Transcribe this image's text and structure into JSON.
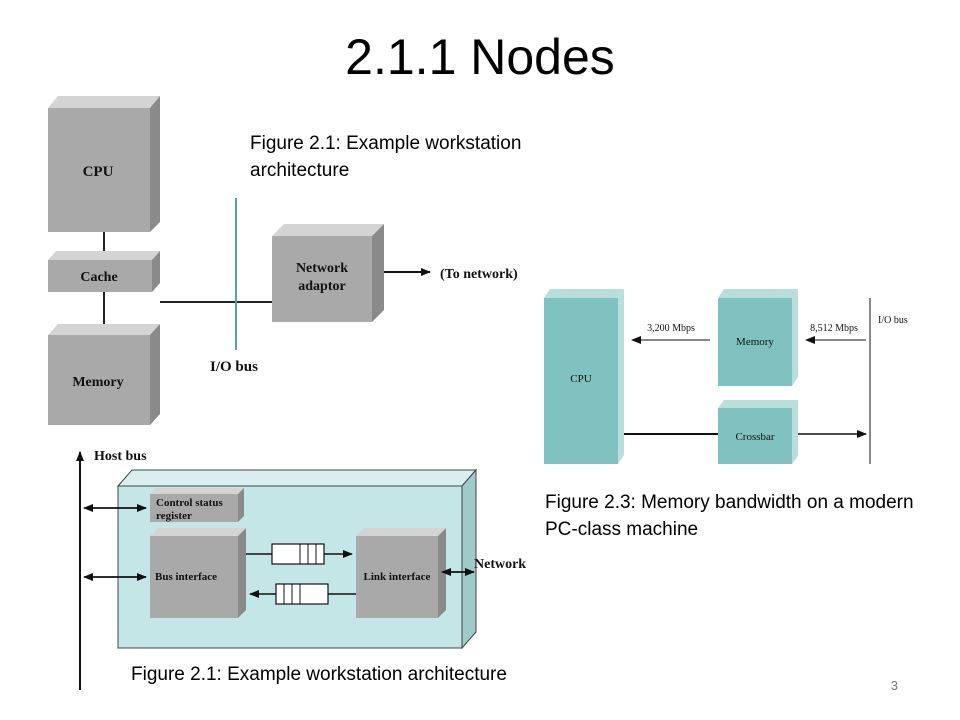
{
  "slide": {
    "title": "2.1.1 Nodes",
    "page_number": "3"
  },
  "figure_a": {
    "caption": "Figure 2.1: Example workstation architecture",
    "labels": {
      "cpu": "CPU",
      "cache": "Cache",
      "memory": "Memory",
      "network_adaptor_1": "Network",
      "network_adaptor_2": "adaptor",
      "to_network": "(To network)",
      "io_bus": "I/O bus"
    }
  },
  "figure_b": {
    "caption": "Figure 2.3: Memory bandwidth on a modern PC-class machine",
    "labels": {
      "cpu": "CPU",
      "memory": "Memory",
      "crossbar": "Crossbar",
      "bw_cpu_memory": "3,200 Mbps",
      "bw_memory_io": "8,512 Mbps",
      "io_bus": "I/O bus"
    }
  },
  "figure_c": {
    "caption": "Figure 2.1: Example workstation architecture",
    "labels": {
      "host_bus": "Host bus",
      "control_status_1": "Control status",
      "control_status_2": "register",
      "bus_interface": "Bus interface",
      "link_interface": "Link interface",
      "network": "Network"
    }
  },
  "colors": {
    "gray_front": "#a9a9a9",
    "gray_top": "#d4d4d4",
    "gray_side": "#8a8a8a",
    "teal_front": "#80c2bf",
    "teal_side": "#b9dfdc",
    "board": "#c5e6e6"
  }
}
